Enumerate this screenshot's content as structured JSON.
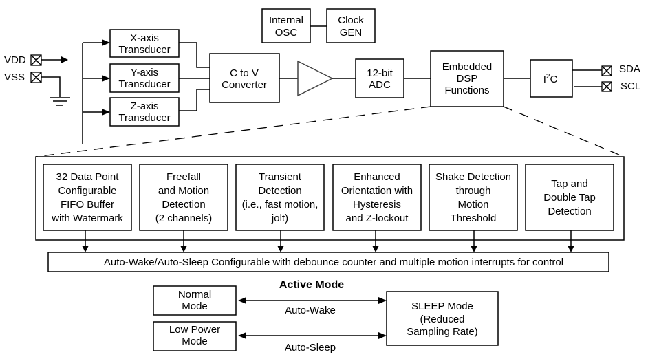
{
  "pins_left": {
    "vdd": "VDD",
    "vss": "VSS"
  },
  "pins_right": {
    "sda": "SDA",
    "scl": "SCL"
  },
  "transducers": [
    {
      "line1": "X-axis",
      "line2": "Transducer"
    },
    {
      "line1": "Y-axis",
      "line2": "Transducer"
    },
    {
      "line1": "Z-axis",
      "line2": "Transducer"
    }
  ],
  "converter": {
    "line1": "C to V",
    "line2": "Converter"
  },
  "oscillator": {
    "line1": "Internal",
    "line2": "OSC"
  },
  "clock": {
    "line1": "Clock",
    "line2": "GEN"
  },
  "adc": {
    "line1": "12-bit",
    "line2": "ADC"
  },
  "dsp": {
    "line1": "Embedded",
    "line2": "DSP",
    "line3": "Functions"
  },
  "i2c": {
    "base": "I",
    "sup": "2",
    "tail": "C"
  },
  "functions": [
    {
      "lines": [
        "32 Data Point",
        "Configurable",
        "FIFO Buffer",
        "with Watermark"
      ]
    },
    {
      "lines": [
        "Freefall",
        "and Motion",
        "Detection",
        "(2 channels)"
      ]
    },
    {
      "lines": [
        "Transient",
        "Detection",
        "(i.e., fast motion,",
        "jolt)"
      ]
    },
    {
      "lines": [
        "Enhanced",
        "Orientation with",
        "Hysteresis",
        "and Z-lockout"
      ]
    },
    {
      "lines": [
        "Shake Detection",
        "through",
        "Motion",
        "Threshold"
      ]
    },
    {
      "lines": [
        "Tap and",
        "Double Tap",
        "Detection"
      ]
    }
  ],
  "auto_bar": "Auto-Wake/Auto-Sleep Configurable with debounce counter and multiple motion interrupts for control",
  "modes": {
    "active_title": "Active Mode",
    "normal": {
      "line1": "Normal",
      "line2": "Mode"
    },
    "low_power": {
      "line1": "Low Power",
      "line2": "Mode"
    },
    "sleep": {
      "line1": "SLEEP Mode",
      "line2": "(Reduced",
      "line3": "Sampling Rate)"
    },
    "auto_wake": "Auto-Wake",
    "auto_sleep": "Auto-Sleep"
  }
}
